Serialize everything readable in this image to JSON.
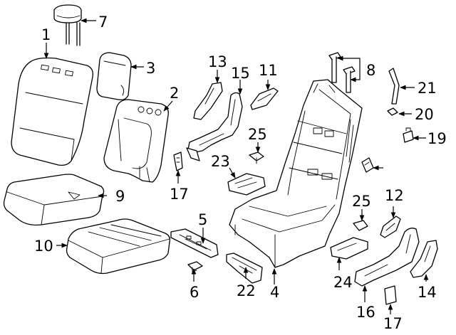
{
  "callouts": {
    "c1": "1",
    "c2": "2",
    "c3": "3",
    "c4": "4",
    "c5": "5",
    "c6": "6",
    "c7": "7",
    "c8": "8",
    "c9": "9",
    "c10": "10",
    "c11": "11",
    "c12": "12",
    "c13": "13",
    "c14": "14",
    "c15": "15",
    "c16": "16",
    "c17a": "17",
    "c17b": "17",
    "c19": "19",
    "c20": "20",
    "c21": "21",
    "c22": "22",
    "c23": "23",
    "c24": "24",
    "c25a": "25",
    "c25b": "25"
  }
}
